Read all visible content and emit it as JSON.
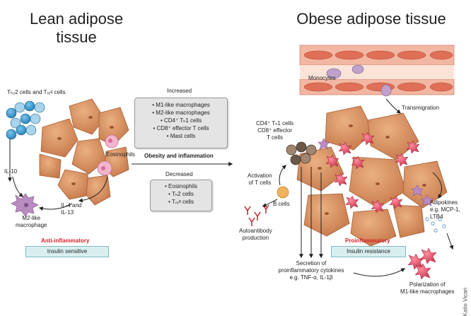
{
  "titles": {
    "lean_line1": "Lean adipose",
    "lean_line2": "tissue",
    "obese": "Obese adipose tissue"
  },
  "lean": {
    "th2_treg_label": "Tₕ₂2 cells and Tᵣₑᵍ cells",
    "eosinophils": "Eosinophils",
    "il10": "IL-10",
    "il4_line1": "IL-4 and",
    "il4_line2": "IL-13",
    "m2_line1": "M2-like",
    "m2_line2": "macrophage",
    "state": "Anti-inflammatory",
    "status": "Insulin sensitive"
  },
  "center": {
    "increased_title": "Increased",
    "increased_items": [
      "• M1-like macrophages",
      "• M2-like macrophages",
      "• CD4⁺ Tₕ1 cells",
      "• CD8⁺ effector T cells",
      "• Mast cells"
    ],
    "arrow_label": "Obesity and inflammation",
    "decreased_title": "Decreased",
    "decreased_items": [
      "• Eosinophils",
      "• Tₕ2 cells",
      "• Tᵣₑᵍ cells"
    ]
  },
  "obese": {
    "monocytes": "Monocytes",
    "transmigration": "Transmigration",
    "cd4_line1": "CD4⁺ Tₕ1 cells",
    "cd4_line2": "CD8⁺ effector",
    "cd4_line3": "T cells",
    "activation_line1": "Activation",
    "activation_line2": "of T cells",
    "bcells": "B cells",
    "autoab_line1": "Autoantibody",
    "autoab_line2": "production",
    "adipokines_line1": "Adipokines",
    "adipokines_line2": "e.g. MCP-1,",
    "adipokines_line3": "LTB4",
    "state": "Proinflammatory",
    "status": "Insulin resistance",
    "secretion_line1": "Secretion of",
    "secretion_line2": "proinflammatory cytokines",
    "secretion_line3": "e.g. TNF-α, IL-1β",
    "polar_line1": "Polarization of",
    "polar_line2": "M1-like macrophages"
  },
  "credit": "Katie Vicari",
  "colors": {
    "adipocyte": "#d8925c",
    "adipocyte_nucleus": "#b0643a",
    "th2": "#3a9fd4",
    "treg": "#a8d4ec",
    "eosinophil": "#f3a8c6",
    "m2": "#b58ab8",
    "m1": "#d9475c",
    "vessel": "#e7826e",
    "anti_inflammatory_text": "#d2232a",
    "status_box": "#d9efef"
  }
}
